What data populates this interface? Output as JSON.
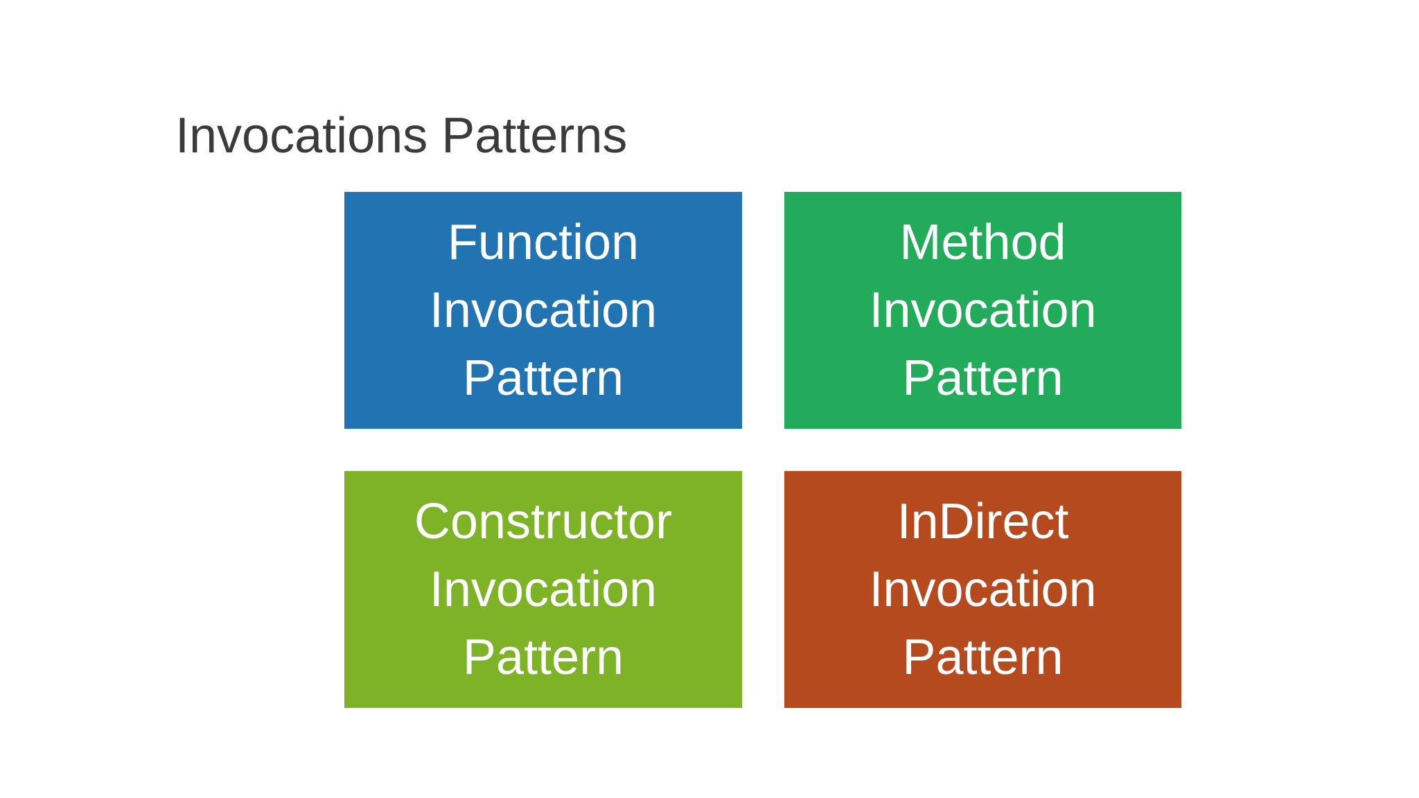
{
  "slide": {
    "title": "Invocations Patterns",
    "title_color": "#3b3b3b",
    "background_color": "#ffffff",
    "box_text_color": "#ffffff",
    "boxes": [
      {
        "label": "Function\nInvocation\nPattern",
        "color": "#2173b2"
      },
      {
        "label": "Method\nInvocation\nPattern",
        "color": "#21ab5a"
      },
      {
        "label": "Constructor\nInvocation\nPattern",
        "color": "#7eb327"
      },
      {
        "label": "InDirect\nInvocation\nPattern",
        "color": "#b64a1f"
      }
    ]
  }
}
